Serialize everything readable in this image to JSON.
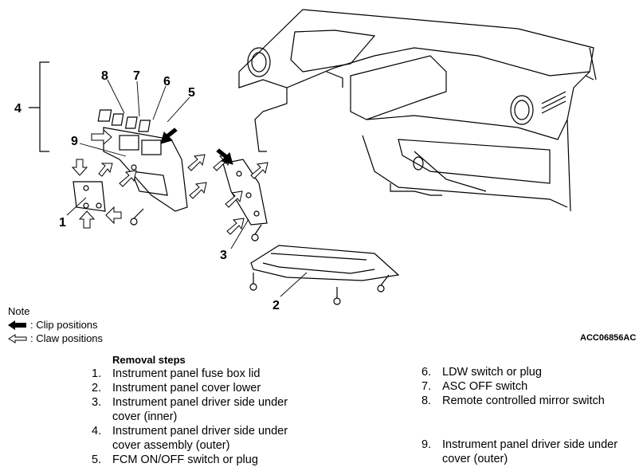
{
  "callouts": [
    "1",
    "2",
    "3",
    "4",
    "5",
    "6",
    "7",
    "8",
    "9"
  ],
  "note": {
    "title": "Note",
    "clip_label": ": Clip positions",
    "claw_label": ": Claw positions"
  },
  "figure_code": "ACC06856AC",
  "removal": {
    "title": "Removal steps",
    "steps": [
      {
        "num": "1.",
        "text": "Instrument panel fuse box lid"
      },
      {
        "num": "2.",
        "text": "Instrument panel cover lower"
      },
      {
        "num": "3.",
        "text": "Instrument panel driver side under cover (inner)"
      },
      {
        "num": "4.",
        "text": "Instrument panel driver side under cover assembly (outer)"
      },
      {
        "num": "5.",
        "text": "FCM ON/OFF switch or plug"
      },
      {
        "num": "6.",
        "text": "LDW switch or plug"
      },
      {
        "num": "7.",
        "text": "ASC OFF switch"
      },
      {
        "num": "8.",
        "text": "Remote controlled mirror switch"
      },
      {
        "num": "9.",
        "text": "Instrument panel driver side under cover (outer)"
      }
    ]
  }
}
